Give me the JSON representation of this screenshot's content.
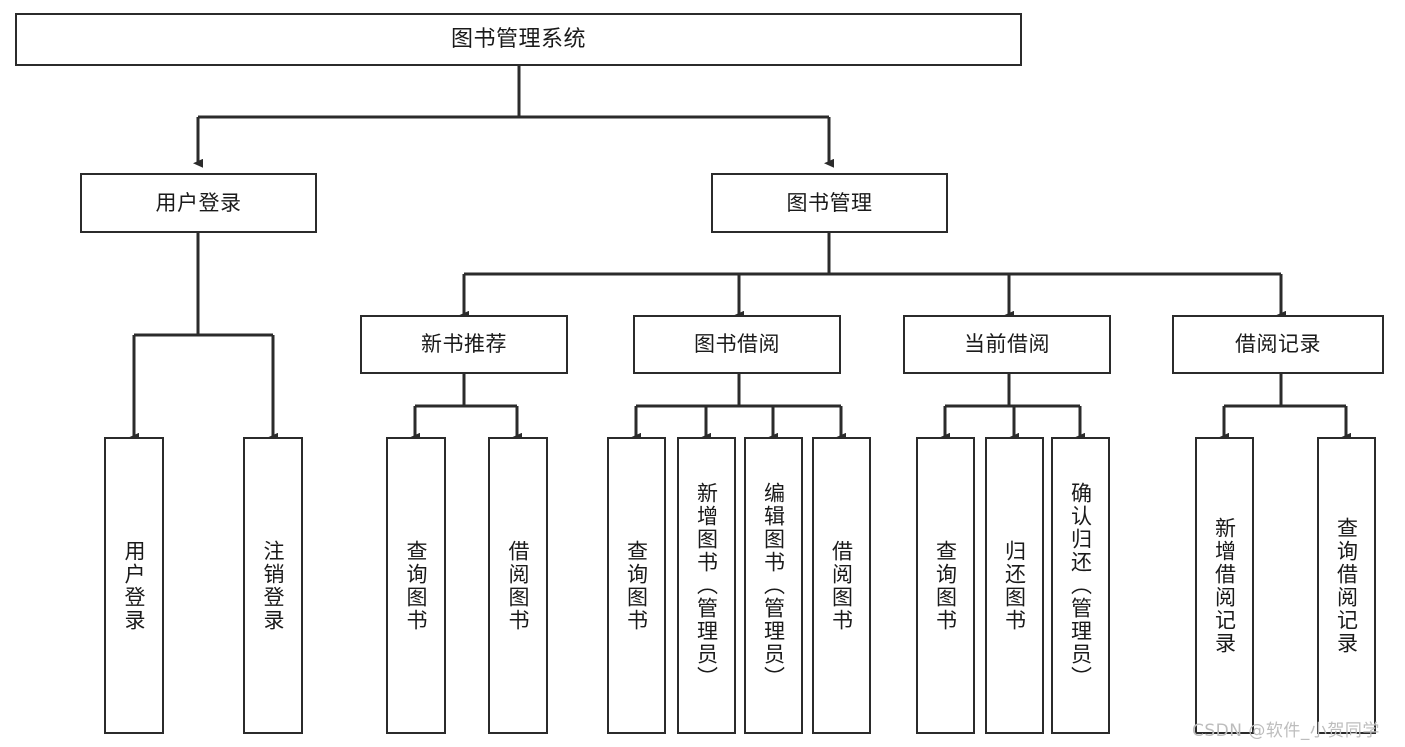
{
  "diagram": {
    "title": "图书管理系统",
    "type": "function-structure-tree",
    "levels": 4,
    "root": {
      "id": "root",
      "label": "图书管理系统"
    },
    "level2": [
      {
        "id": "user-login",
        "label": "用户登录"
      },
      {
        "id": "book-management",
        "label": "图书管理"
      }
    ],
    "level3": [
      {
        "id": "new-book-recommend",
        "label": "新书推荐",
        "parent": "book-management"
      },
      {
        "id": "book-borrow",
        "label": "图书借阅",
        "parent": "book-management"
      },
      {
        "id": "current-borrow",
        "label": "当前借阅",
        "parent": "book-management"
      },
      {
        "id": "borrow-record",
        "label": "借阅记录",
        "parent": "book-management"
      }
    ],
    "leaves": {
      "user_login": [
        {
          "id": "leaf-user-login",
          "label": "用户登录"
        },
        {
          "id": "leaf-user-logout",
          "label": "注销登录"
        }
      ],
      "new_book_recommend": [
        {
          "id": "leaf-query-book-1",
          "label": "查询图书"
        },
        {
          "id": "leaf-borrow-book-1",
          "label": "借阅图书"
        }
      ],
      "book_borrow": [
        {
          "id": "leaf-query-book-2",
          "label": "查询图书"
        },
        {
          "id": "leaf-add-book",
          "label": "新增图书（管理员）"
        },
        {
          "id": "leaf-edit-book",
          "label": "编辑图书（管理员）"
        },
        {
          "id": "leaf-borrow-book-2",
          "label": "借阅图书"
        }
      ],
      "current_borrow": [
        {
          "id": "leaf-query-book-3",
          "label": "查询图书"
        },
        {
          "id": "leaf-return-book",
          "label": "归还图书"
        },
        {
          "id": "leaf-confirm-return",
          "label": "确认归还（管理员）"
        }
      ],
      "borrow_record": [
        {
          "id": "leaf-add-record",
          "label": "新增借阅记录"
        },
        {
          "id": "leaf-query-record",
          "label": "查询借阅记录"
        }
      ]
    }
  },
  "watermark": {
    "text": "CSDN @软件_小贺同学"
  },
  "colors": {
    "stroke": "#2b2b2b",
    "background": "#ffffff",
    "text": "#1a1a1a",
    "watermark": "#bdbdbd"
  }
}
